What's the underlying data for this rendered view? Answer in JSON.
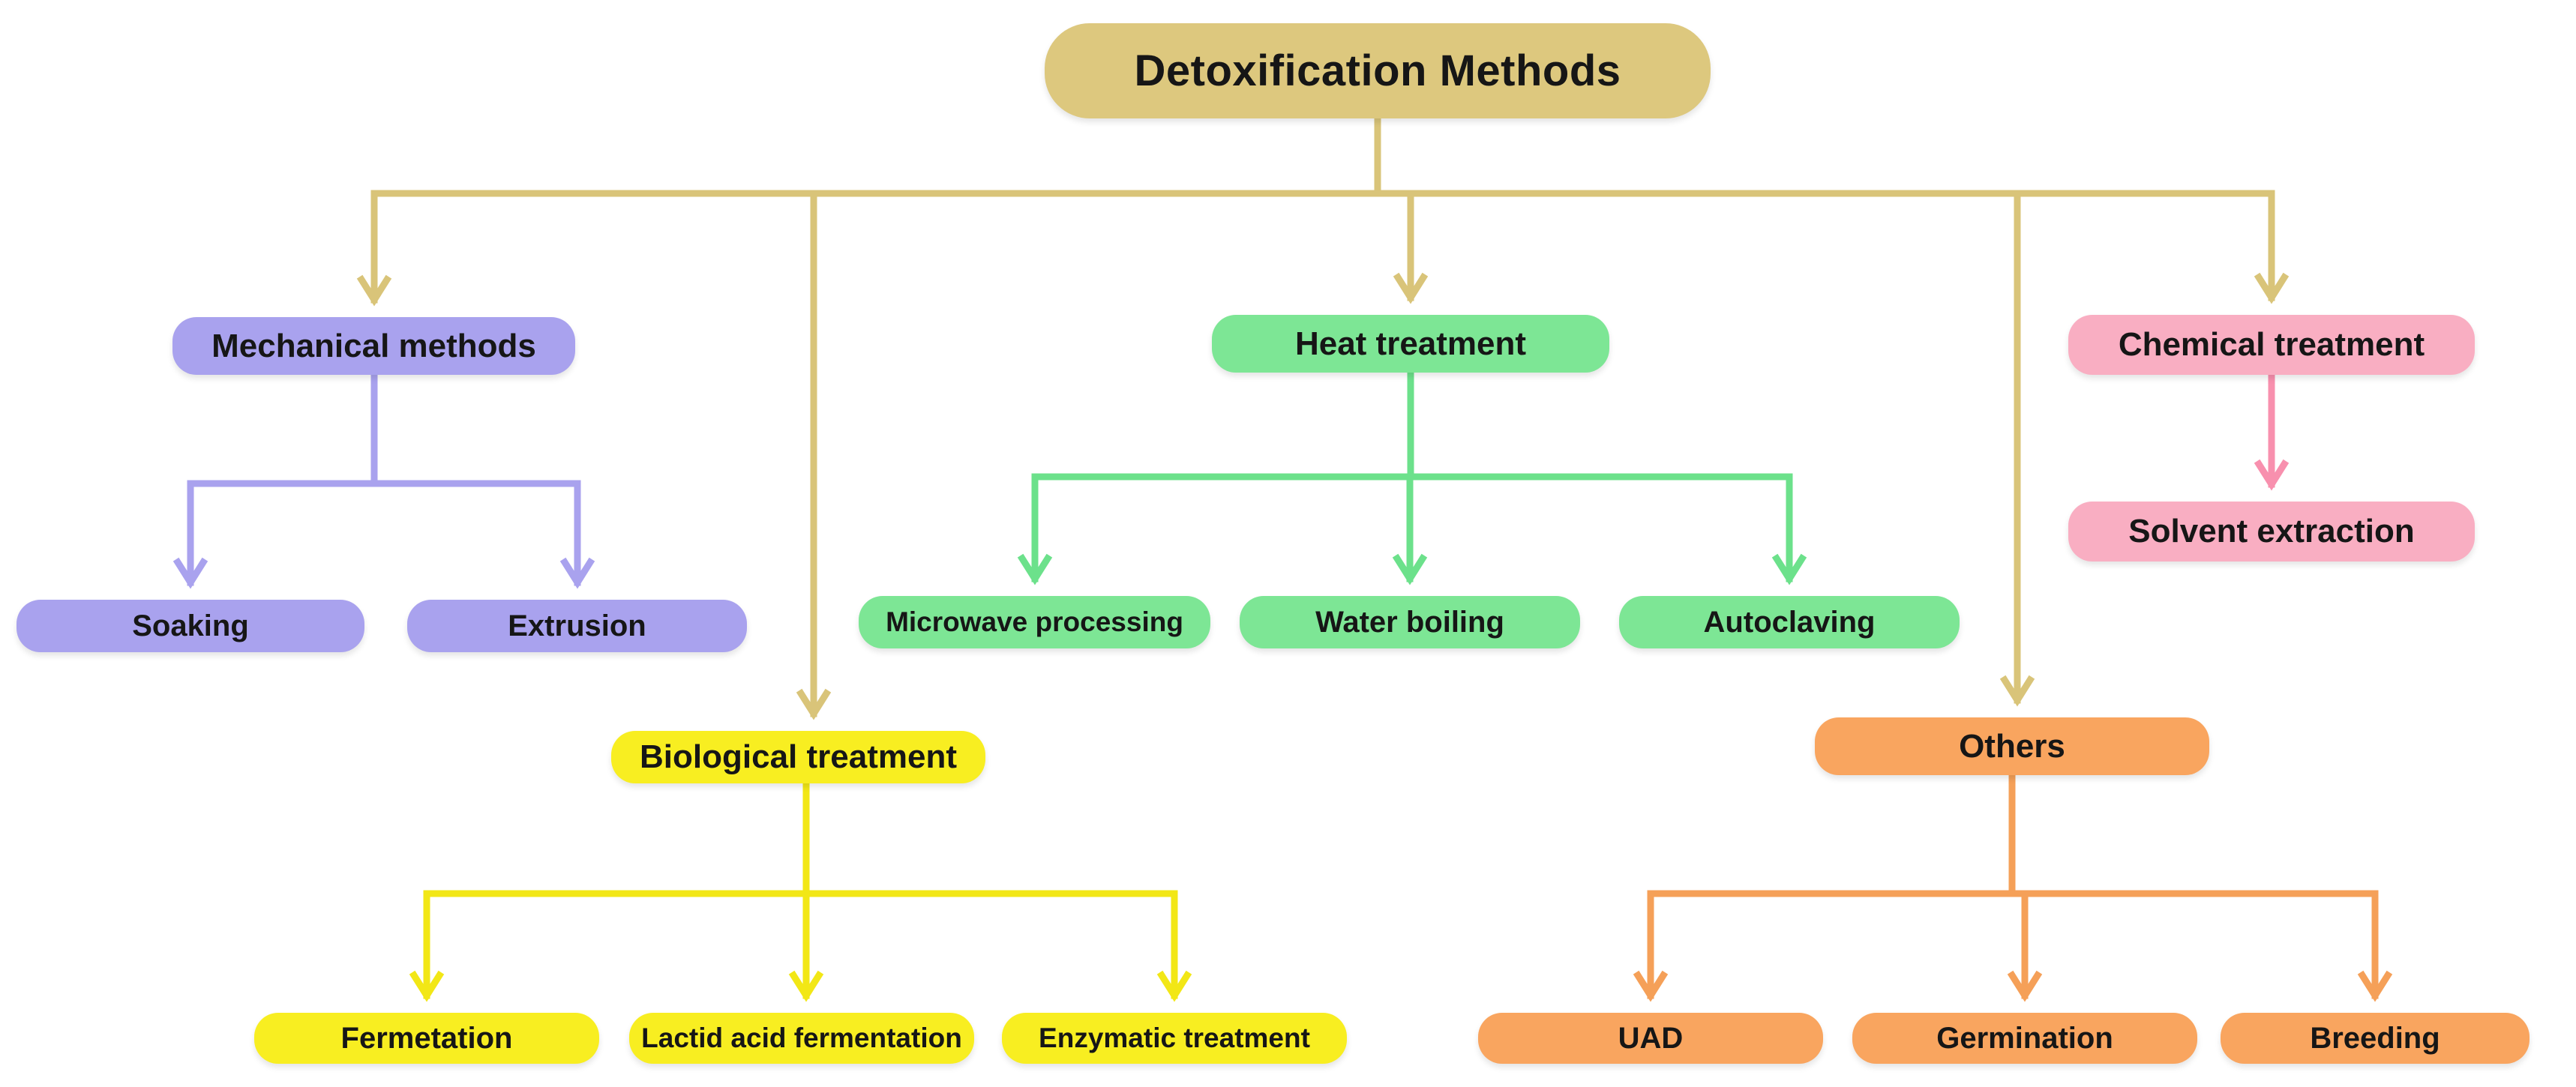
{
  "diagram": {
    "title": "Detoxification Methods",
    "root": {
      "label": "Detoxification Methods",
      "fill_color": "#ddc87e",
      "line_color": "#d9c479"
    },
    "branches": [
      {
        "label": "Mechanical methods",
        "fill_color": "#a9a2ee",
        "line_color": "#a9a2ee",
        "children": [
          {
            "label": "Soaking"
          },
          {
            "label": "Extrusion"
          }
        ]
      },
      {
        "label": "Heat treatment",
        "fill_color": "#7de695",
        "line_color": "#6ce18b",
        "children": [
          {
            "label": "Microwave processing"
          },
          {
            "label": "Water boiling"
          },
          {
            "label": "Autoclaving"
          }
        ]
      },
      {
        "label": "Chemical treatment",
        "fill_color": "#f9aec2",
        "line_color": "#f890ae",
        "children": [
          {
            "label": "Solvent extraction"
          }
        ]
      },
      {
        "label": "Biological treatment",
        "fill_color": "#f8ee21",
        "line_color": "#f2e716",
        "children": [
          {
            "label": "Fermetation"
          },
          {
            "label": "Lactid acid fermentation"
          },
          {
            "label": "Enzymatic treatment"
          }
        ]
      },
      {
        "label": "Others",
        "fill_color": "#f9a55f",
        "line_color": "#f5a058",
        "children": [
          {
            "label": "UAD"
          },
          {
            "label": "Germination"
          },
          {
            "label": "Breeding"
          }
        ]
      }
    ]
  }
}
